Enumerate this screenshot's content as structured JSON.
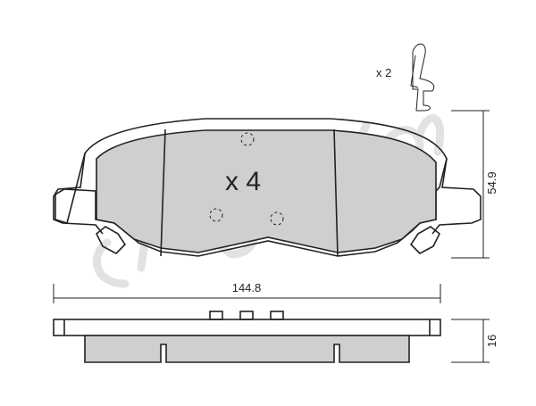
{
  "drawing": {
    "quantity_label": "x 4",
    "clip_quantity_label": "x 2",
    "dimension_width": "144.8",
    "dimension_height": "54.9",
    "dimension_thickness": "16"
  },
  "watermark": {
    "text": "cifam"
  }
}
